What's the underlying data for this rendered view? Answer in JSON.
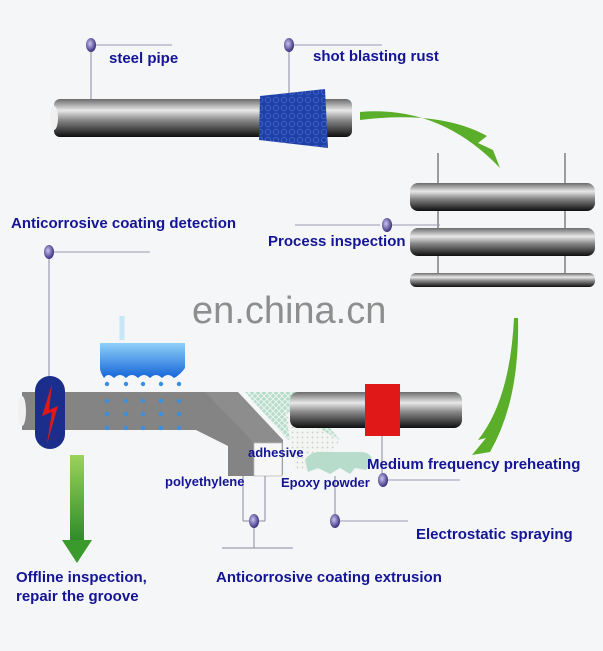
{
  "labels": {
    "steel_pipe": "steel pipe",
    "shot_blasting": "shot blasting rust",
    "coating_detection": "Anticorrosive coating detection",
    "process_inspection": "Process inspection",
    "adhesive": "adhesive",
    "polyethylene": "polyethylene",
    "epoxy_powder": "Epoxy powder",
    "medium_frequency": "Medium frequency preheating",
    "electrostatic": "Electrostatic spraying",
    "offline_line1": "Offline inspection,",
    "offline_line2": "repair the groove",
    "extrusion": "Anticorrosive coating extrusion"
  },
  "watermark": "en.china.cn",
  "colors": {
    "label": "#141496",
    "arrow_green": "#5aae2a",
    "blaster_blue": "#1e3fa0",
    "heater_red": "#e01818",
    "pin_purple": "#5a4e9a"
  }
}
